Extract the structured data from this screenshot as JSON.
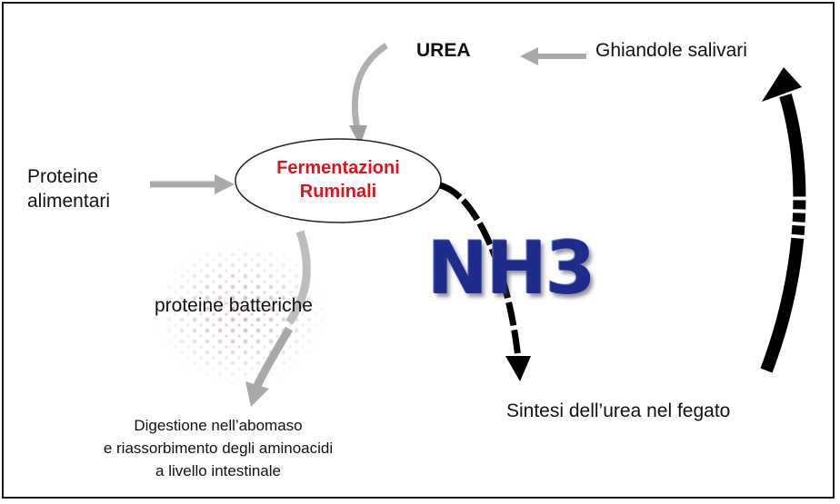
{
  "nodes": {
    "urea": "UREA",
    "ghiandole": "Ghiandole salivari",
    "proteine_alimentari": [
      "Proteine",
      "alimentari"
    ],
    "fermentazioni": [
      "Fermentazioni",
      "Ruminali"
    ],
    "proteine_batteriche": "proteine batteriche",
    "digestione": [
      "Digestione nell’abomaso",
      "e riassorbimento degli aminoacidi",
      "a livello intestinale"
    ],
    "sintesi": "Sintesi dell’urea nel fegato",
    "nh3": "NH3"
  },
  "colors": {
    "accent_red": "#e0121b",
    "nh3_blue": "#1e2d8c",
    "gray_arrow": "#a9a9a9",
    "black_arrow": "#000000"
  }
}
